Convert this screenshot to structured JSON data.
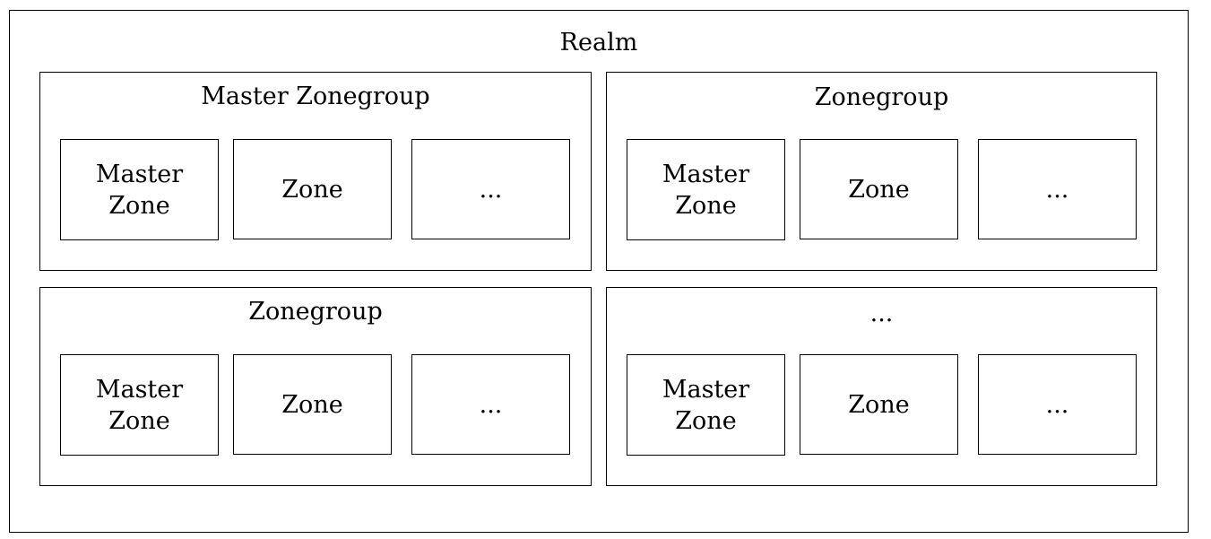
{
  "realm": {
    "title": "Realm"
  },
  "zonegroups": [
    {
      "title": "Master Zonegroup",
      "zones": [
        "Master\nZone",
        "Zone",
        "..."
      ]
    },
    {
      "title": "Zonegroup",
      "zones": [
        "Master\nZone",
        "Zone",
        "..."
      ]
    },
    {
      "title": "Zonegroup",
      "zones": [
        "Master\nZone",
        "Zone",
        "..."
      ]
    },
    {
      "title": "...",
      "zones": [
        "Master\nZone",
        "Zone",
        "..."
      ]
    }
  ]
}
